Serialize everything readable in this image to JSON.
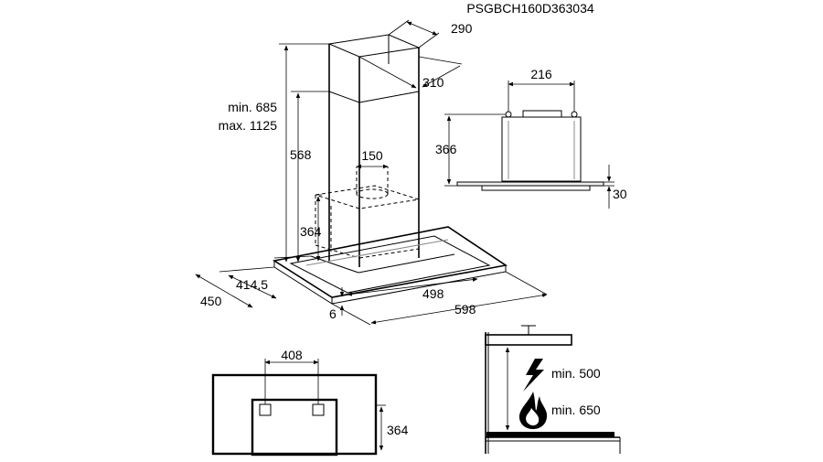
{
  "model_code": "PSGBCH160D363034",
  "hood_dims": {
    "duct_depth": "290",
    "duct_width": "310",
    "height_min": "min. 685",
    "height_max": "max. 1125",
    "height_568": "568",
    "outlet": "150",
    "body_height": "364",
    "depth_414": "414,5",
    "depth_450": "450",
    "width_498": "498",
    "width_598": "598",
    "glass": "6"
  },
  "side_dims": {
    "bracket": "216",
    "height": "366",
    "glass": "30"
  },
  "ceiling_dims": {
    "spacing": "408",
    "height": "364"
  },
  "clearance": {
    "electric": "min. 500",
    "gas": "min. 650",
    "electric_icon": "lightning-icon",
    "gas_icon": "flame-icon"
  }
}
